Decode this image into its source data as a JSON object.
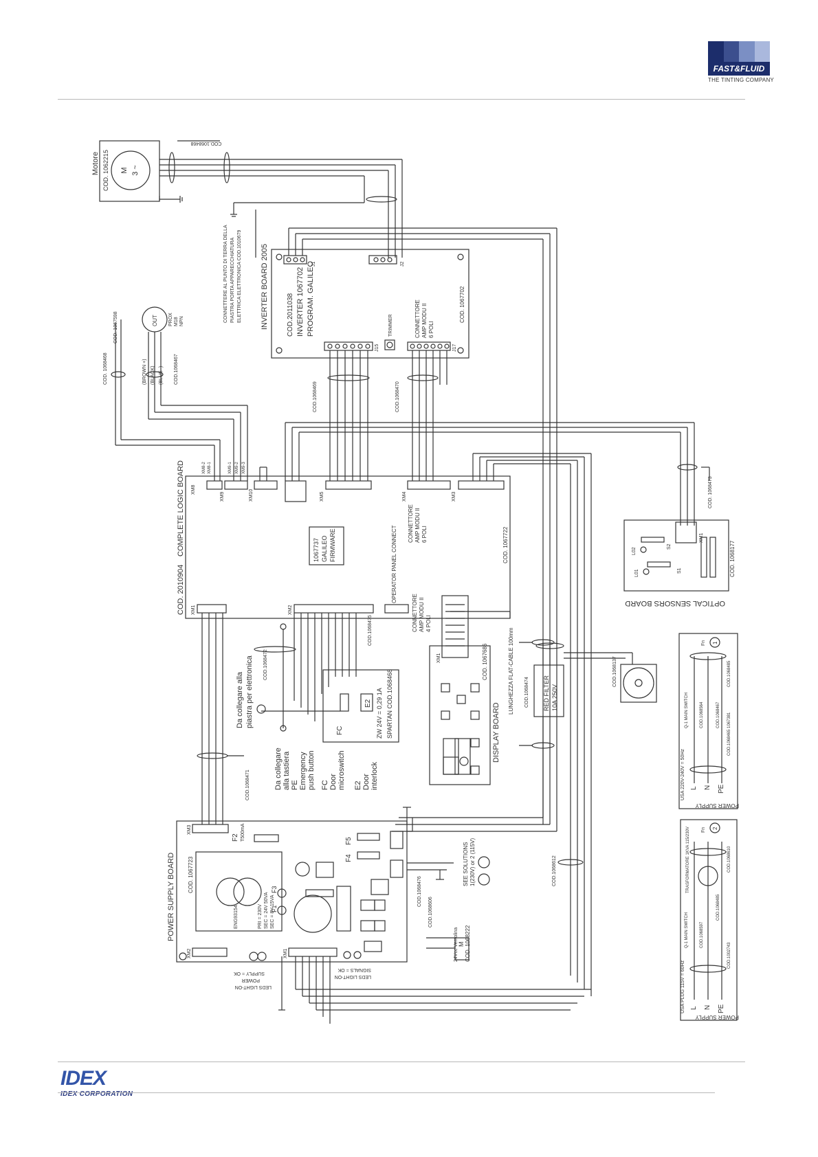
{
  "header": {
    "logo_word": "FAST&FLUID",
    "logo_tagline": "THE TINTING COMPANY",
    "logo_colors": [
      "#1c2d6b",
      "#3c4f8e",
      "#7b8fc4",
      "#aab8dd"
    ]
  },
  "footer": {
    "logo_mark": "IDEX",
    "logo_corp": "IDEX CORPORATION"
  },
  "motor": {
    "label": "Motore",
    "code": "COD. 1062215",
    "symbol_m": "M",
    "symbol_3": "3 ~",
    "cable": "COD.1068468"
  },
  "inverter": {
    "title": "INVERTER BOARD 2005",
    "cod": "COD.2011038",
    "name": "INVERTER 1067702",
    "program": "PROGRAM. GALILEO",
    "code": "COD. 1067702",
    "j15": "J15",
    "j17": "J17",
    "j1": "J1",
    "j2": "J2",
    "trimmer": "TRIMMER",
    "conn1": "CONNETTORE",
    "conn2": "AMP MODU II",
    "conn3": "6 POLI",
    "earth_note1": "CONNETTERE AL PUNTO DI TERRA DELLA",
    "earth_note2": "PIASTRA PORTA APPARECCHIATURA",
    "earth_note3": "ELETTRICA ELETTRONICA COD.1010679",
    "cable_a": "COD.1068469",
    "cable_b": "COD.1068470"
  },
  "sensor": {
    "cable1": "COD. 1068468",
    "cable2": "COD. 1067598",
    "cable3": "COD.1068467",
    "brown": "(BROWN +)",
    "black": "(BLACK)",
    "blue": "(BLUE -)",
    "prox": "PROX",
    "m18": "M18",
    "npn": "NPN",
    "out": "OUT"
  },
  "logic": {
    "title": "COMPLETE LOGIC BOARD",
    "code": "COD. 2010904",
    "code2": "COD. 1067722",
    "chip1": "1067737",
    "chip2": "GALILEO",
    "chip3": "FIRMWARE",
    "xm3": "XM3",
    "xm4": "XM4",
    "xm5": "XM5",
    "xm8": "XM8",
    "xm9": "XM9",
    "xm1": "XM1",
    "xm2": "XM2",
    "xm10": "XM10",
    "conn1": "CONNETTORE",
    "conn2": "AMP MODU II",
    "conn3": "6 POLI",
    "op_panel": "OPERATOR PANEL CONNECT",
    "op1": "CONNETTORE",
    "op2": "AMP MODU II",
    "op3": "4 POLI",
    "xm8_2": "XM8-2",
    "xm8_1": "XM8-1",
    "xm9_1": "XM9-1",
    "xm9_2": "XM9-2",
    "xm9_3": "XM9-3"
  },
  "optical": {
    "title": "OPTICAL SENSORS BOARD",
    "code": "COD. 1068177",
    "cable": "COD. 1068473",
    "l01": "L01",
    "l02": "L02",
    "s1": "S1",
    "s2": "S2",
    "xm1": "XM1"
  },
  "display": {
    "title": "DISPLAY BOARD",
    "code": "COD. 1067686",
    "flat": "LUNGHEZZA FLAT-CABLE 100mm",
    "xm1": "XM1"
  },
  "filter": {
    "title": "RED FILTER",
    "rating": "10A 250V",
    "cable1": "COD.1068474",
    "fan_cable": "COD.1068137"
  },
  "emergency": {
    "da1": "Da collegare alla",
    "da2": "piastra per elettronica",
    "da3": "Da collegare",
    "da4": "alla tastiera",
    "pe1": "PE",
    "pe2": "Emergency",
    "pe3": "push button",
    "fc1": "FC",
    "fc2": "Door",
    "fc3": "microswitch",
    "e1": "E2",
    "e2": "Door",
    "e3": "interlock",
    "cable1": "COD.1068472",
    "cable2": "COD.1068475",
    "relay1": "ZW 24V = 0,29 1A",
    "relay2": "SPARTAN COD.1068468",
    "fc_label": "FC",
    "e_label": "E2",
    "cable_main": "COD.1068471"
  },
  "power": {
    "title": "POWER SUPPLY BOARD",
    "code": "COD. 1067723",
    "f2": "F2",
    "f2v": "T500mA",
    "f5": "F5",
    "f4": "F4",
    "f3": "F3",
    "f1": "F1",
    "xm3": "XM3",
    "xm2": "XM2",
    "xm1": "XM1",
    "trafo1": "ENG93154",
    "trafo2": "PRI = 230V",
    "trafo3": "SEC = 24V 50VA",
    "trafo4": "SEC = 8V 15VA",
    "leds1": "LEDS LIGHT-ON",
    "leds2": "POWER",
    "leds3": "SUPPLY = OK",
    "leds4": "LEDS LIGHT-ON",
    "leds5": "SIGNALS = OK",
    "see": "SEE SOLUTIONS",
    "see2": "1(230V) or 2 (115V)",
    "fan1": "24Vcc Ventolina",
    "fan2": "COD. 1068222",
    "m": "M",
    "cable_a": "COD.1068476",
    "cable_b": "COD.1068606",
    "cable_c": "COD.1068612"
  },
  "ps1": {
    "title": "POWER SUPPLY",
    "line": "USA 220V-240V = 50Hz",
    "sw": "Q-1 MAIN SWITCH",
    "c1": "COD.1068564",
    "c2": "COD.1068467",
    "c3": "COD.1068485",
    "c4": "COD.1068465 1067381",
    "fn": "Fn",
    "num": "1",
    "L": "L",
    "N": "N",
    "PE": "PE"
  },
  "ps2": {
    "title": "POWER SUPPLY",
    "line": "USA PLUG 115V = 60Hz",
    "sw": "Q-1 MAIN SWITCH",
    "trafo": "TRASFORMATORE 1KVA 115/230V",
    "c1": "COD.1068597",
    "c2": "COD.1068485",
    "c3": "COD.1068610",
    "c4": "COD.1002743",
    "fn": "Fn",
    "num": "2",
    "L": "L",
    "N": "N",
    "PE": "PE"
  }
}
